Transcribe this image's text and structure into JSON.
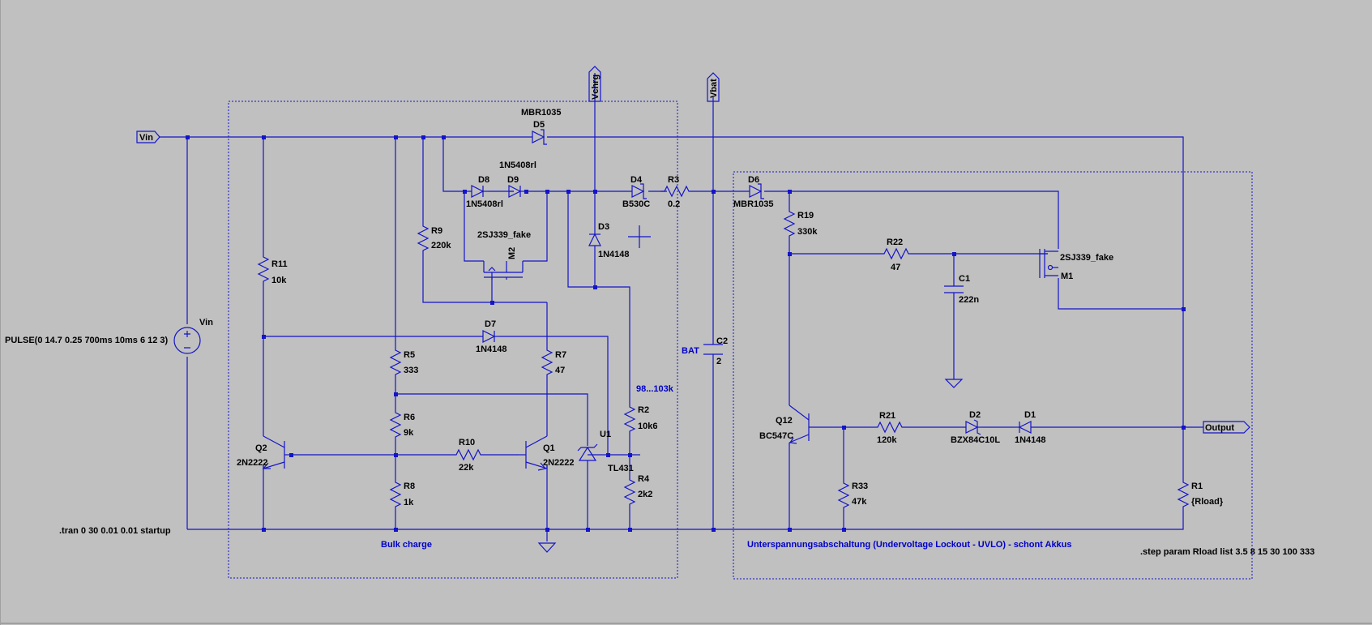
{
  "colors": {
    "background": "#c0c0c0",
    "wire": "#1414c8",
    "label": "#000000",
    "comment": "#0000c8"
  },
  "net_labels": {
    "vin": "Vin",
    "vchrg": "Vchrg",
    "vbat": "Vbat",
    "output": "Output"
  },
  "directives": {
    "pulse": "PULSE(0 14.7 0.25 700ms 10ms 6 12 3)",
    "tran": ".tran 0 30 0.01 0.01 startup",
    "step": ".step param Rload list 3.5 8 15 30 100 333"
  },
  "comments": {
    "bulk_charge": "Bulk charge",
    "uvlo": "Unterspannungsabschaltung (Undervoltage Lockout - UVLO) - schont Akkus",
    "bat": "BAT",
    "r2_range": "98...103k"
  },
  "components": {
    "vin_src": {
      "name": "Vin"
    },
    "r11": {
      "name": "R11",
      "value": "10k"
    },
    "q2": {
      "name": "Q2",
      "value": "2N2222"
    },
    "r9": {
      "name": "R9",
      "value": "220k"
    },
    "r5": {
      "name": "R5",
      "value": "333"
    },
    "r6": {
      "name": "R6",
      "value": "9k"
    },
    "r8": {
      "name": "R8",
      "value": "1k"
    },
    "r10": {
      "name": "R10",
      "value": "22k"
    },
    "q1": {
      "name": "Q1",
      "value": "2N2222"
    },
    "r7": {
      "name": "R7",
      "value": "47"
    },
    "d7": {
      "name": "D7",
      "value": "1N4148"
    },
    "m2": {
      "name": "M2",
      "value": "2SJ339_fake"
    },
    "d8": {
      "name": "D8",
      "value": "1N5408rl"
    },
    "d9": {
      "name": "D9",
      "value": "1N5408rl"
    },
    "d5": {
      "name": "D5",
      "value": "MBR1035"
    },
    "d4": {
      "name": "D4",
      "value": "B530C"
    },
    "r3": {
      "name": "R3",
      "value": "0.2"
    },
    "d3": {
      "name": "D3",
      "value": "1N4148"
    },
    "u1": {
      "name": "U1",
      "value": "TL431"
    },
    "r2": {
      "name": "R2",
      "value": "10k6"
    },
    "r4": {
      "name": "R4",
      "value": "2k2"
    },
    "c2": {
      "name": "C2",
      "value": "2"
    },
    "d6": {
      "name": "D6",
      "value": "MBR1035"
    },
    "r19": {
      "name": "R19",
      "value": "330k"
    },
    "r22": {
      "name": "R22",
      "value": "47"
    },
    "c1": {
      "name": "C1",
      "value": "222n"
    },
    "m1": {
      "name": "M1",
      "value": "2SJ339_fake"
    },
    "q12": {
      "name": "Q12",
      "value": "BC547C"
    },
    "r21": {
      "name": "R21",
      "value": "120k"
    },
    "d2": {
      "name": "D2",
      "value": "BZX84C10L"
    },
    "d1": {
      "name": "D1",
      "value": "1N4148"
    },
    "r33": {
      "name": "R33",
      "value": "47k"
    },
    "r1": {
      "name": "R1",
      "value": "{Rload}"
    }
  }
}
